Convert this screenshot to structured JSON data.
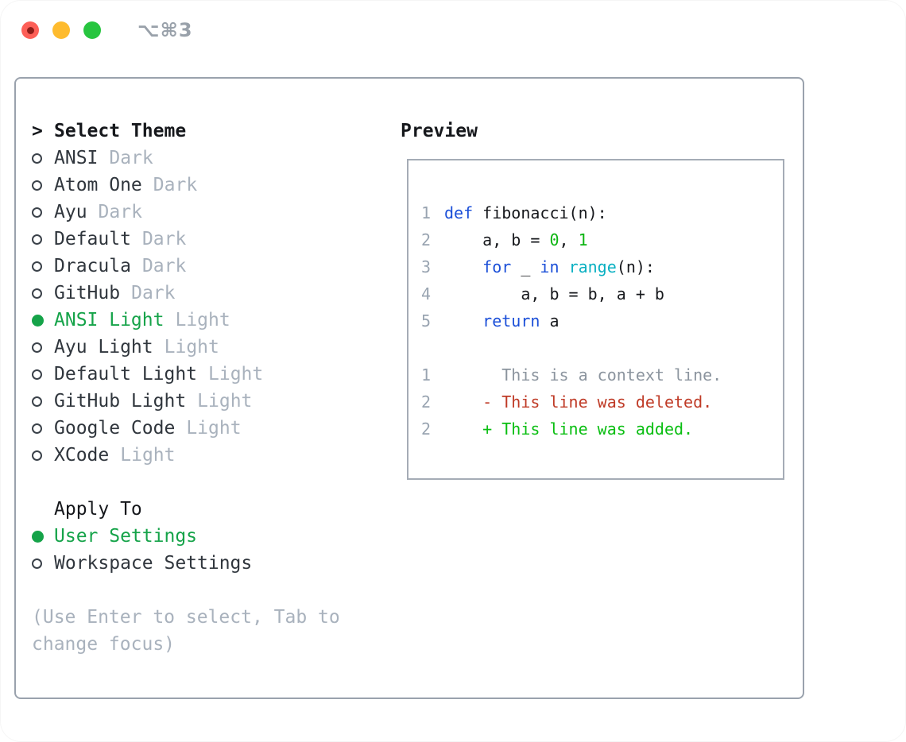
{
  "window": {
    "shortcut_label": "⌥⌘3",
    "traffic_lights": [
      "close",
      "minimize",
      "zoom"
    ]
  },
  "theme_panel": {
    "prompt": ">",
    "title": "Select Theme",
    "themes": [
      {
        "name": "ANSI",
        "variant": "Dark",
        "selected": false
      },
      {
        "name": "Atom One",
        "variant": "Dark",
        "selected": false
      },
      {
        "name": "Ayu",
        "variant": "Dark",
        "selected": false
      },
      {
        "name": "Default",
        "variant": "Dark",
        "selected": false
      },
      {
        "name": "Dracula",
        "variant": "Dark",
        "selected": false
      },
      {
        "name": "GitHub",
        "variant": "Dark",
        "selected": false
      },
      {
        "name": "ANSI Light",
        "variant": "Light",
        "selected": true
      },
      {
        "name": "Ayu Light",
        "variant": "Light",
        "selected": false
      },
      {
        "name": "Default Light",
        "variant": "Light",
        "selected": false
      },
      {
        "name": "GitHub Light",
        "variant": "Light",
        "selected": false
      },
      {
        "name": "Google Code",
        "variant": "Light",
        "selected": false
      },
      {
        "name": "XCode",
        "variant": "Light",
        "selected": false
      }
    ],
    "apply_to": {
      "title": "Apply To",
      "options": [
        {
          "label": "User Settings",
          "selected": true
        },
        {
          "label": "Workspace Settings",
          "selected": false
        }
      ]
    },
    "hint_lines": [
      "(Use Enter to select, Tab to",
      "change focus)"
    ]
  },
  "preview": {
    "title": "Preview",
    "code_lines": [
      {
        "num": "1",
        "tokens": [
          {
            "text": "def",
            "type": "kw"
          },
          {
            "text": " fibonacci(n):",
            "type": "fg"
          }
        ]
      },
      {
        "num": "2",
        "tokens": [
          {
            "text": "    a, b = ",
            "type": "fg"
          },
          {
            "text": "0",
            "type": "num"
          },
          {
            "text": ", ",
            "type": "fg"
          },
          {
            "text": "1",
            "type": "num"
          }
        ]
      },
      {
        "num": "3",
        "tokens": [
          {
            "text": "    ",
            "type": "fg"
          },
          {
            "text": "for",
            "type": "kw"
          },
          {
            "text": " _ ",
            "type": "fg"
          },
          {
            "text": "in",
            "type": "kw"
          },
          {
            "text": " ",
            "type": "fg"
          },
          {
            "text": "range",
            "type": "fn"
          },
          {
            "text": "(n):",
            "type": "fg"
          }
        ]
      },
      {
        "num": "4",
        "tokens": [
          {
            "text": "        a, b = b, a + b",
            "type": "fg"
          }
        ]
      },
      {
        "num": "5",
        "tokens": [
          {
            "text": "    ",
            "type": "fg"
          },
          {
            "text": "return",
            "type": "kw"
          },
          {
            "text": " a",
            "type": "fg"
          }
        ]
      },
      {
        "num": "",
        "tokens": []
      },
      {
        "num": "1",
        "tokens": [
          {
            "text": "      This is a context line.",
            "type": "ctx"
          }
        ]
      },
      {
        "num": "2",
        "tokens": [
          {
            "text": "    - This line was deleted.",
            "type": "del"
          }
        ]
      },
      {
        "num": "2",
        "tokens": [
          {
            "text": "    + This line was added.",
            "type": "add"
          }
        ]
      }
    ]
  },
  "colors": {
    "fg_black": "#16181c",
    "item_dark": "#30363d",
    "muted_gray": "#a9b2bd",
    "circle_stroke": "#3a4149",
    "select_green": "#15a349",
    "line_num_gray": "#99a4b1",
    "context_gray": "#8b949e",
    "keyword_blue": "#1b4fd8",
    "builtin_cyan": "#09b0c2",
    "literal_green": "#0cb512",
    "added_green": "#09be11",
    "deleted_red": "#bf3a26",
    "panel_border": "#9aa2ad",
    "preview_border": "#a5acb6",
    "traffic_red": "#fd5f57",
    "traffic_red_dot": "#8f1d18",
    "traffic_yellow": "#febb2e",
    "traffic_green": "#27c53f",
    "shortcut_gray": "#99a1aa"
  }
}
